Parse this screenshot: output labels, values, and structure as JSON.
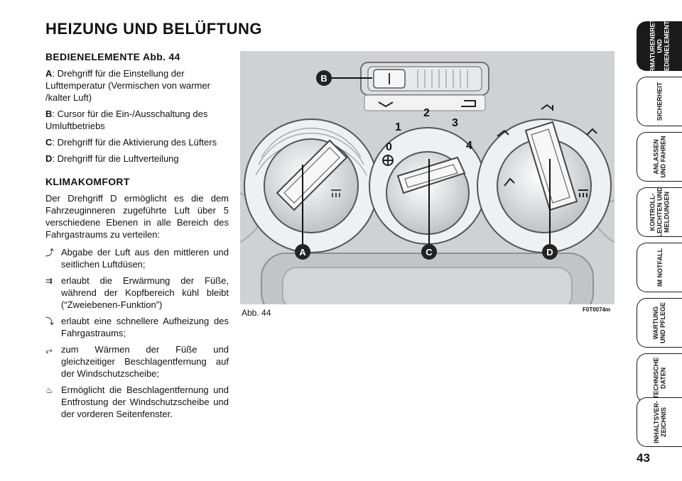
{
  "page": {
    "title": "HEIZUNG UND BELÜFTUNG",
    "number": "43"
  },
  "controls": {
    "heading": "BEDIENELEMENTE Abb. 44",
    "items": [
      {
        "key": "A",
        "text": ": Drehgriff für die Einstellung der Lufttemperatur (Vermischen von warmer /kalter Luft)"
      },
      {
        "key": "B",
        "text": ": Cursor für die Ein-/Ausschaltung des Umluftbetriebs"
      },
      {
        "key": "C",
        "text": ": Drehgriff für die Aktivierung des Lüfters"
      },
      {
        "key": "D",
        "text": ": Drehgriff für die Luftverteilung"
      }
    ]
  },
  "comfort": {
    "heading": "KLIMAKOMFORT",
    "intro": "Der Drehgriff D ermöglicht es die dem Fahrzeuginneren zugeführte Luft über 5 verschiedene Ebenen in alle Bereich des Fahrgastraums zu verteilen:",
    "items": [
      {
        "icon": "face-vent-icon",
        "text": "Abgabe der Luft aus den mittleren und seitlichen Luftdüsen;"
      },
      {
        "icon": "face-feet-vent-icon",
        "text": "erlaubt die Erwärmung der Füße, während der Kopfbereich kühl bleibt (“Zweiebenen-Funktion”)"
      },
      {
        "icon": "feet-vent-icon",
        "text": "erlaubt eine schnellere Aufheizung des Fahrgastraums;"
      },
      {
        "icon": "feet-windshield-vent-icon",
        "text": "zum Wärmen der Füße und gleichzeitiger Beschlagentfernung auf der Windschutzscheibe;"
      },
      {
        "icon": "windshield-defrost-icon",
        "text": "Ermöglicht die Beschlagentfernung und Entfrostung der Windschutzscheibe und der vorderen Seitenfenster."
      }
    ]
  },
  "figure": {
    "caption": "Abb. 44",
    "code": "F0T0074m",
    "callouts": [
      "A",
      "B",
      "C",
      "D"
    ],
    "fan_scale": [
      "0",
      "1",
      "2",
      "3",
      "4"
    ]
  },
  "tabs": [
    {
      "label": "ARMATURENBRETT\nUND\nBEDIENELEMENTE",
      "active": true
    },
    {
      "label": "SICHERHEIT",
      "active": false
    },
    {
      "label": "ANLASSEN\nUND FAHREN",
      "active": false
    },
    {
      "label": "KONTROLL-\nLEUCHTEN UND\nMELDUNGEN",
      "active": false
    },
    {
      "label": "IM NOTFALL",
      "active": false
    },
    {
      "label": "WARTUNG\nUND PFLEGE",
      "active": false
    },
    {
      "label": "TECHNISCHE\nDATEN",
      "active": false
    },
    {
      "label": "INHALTSVER-\nZEICHNIS",
      "active": false
    }
  ]
}
